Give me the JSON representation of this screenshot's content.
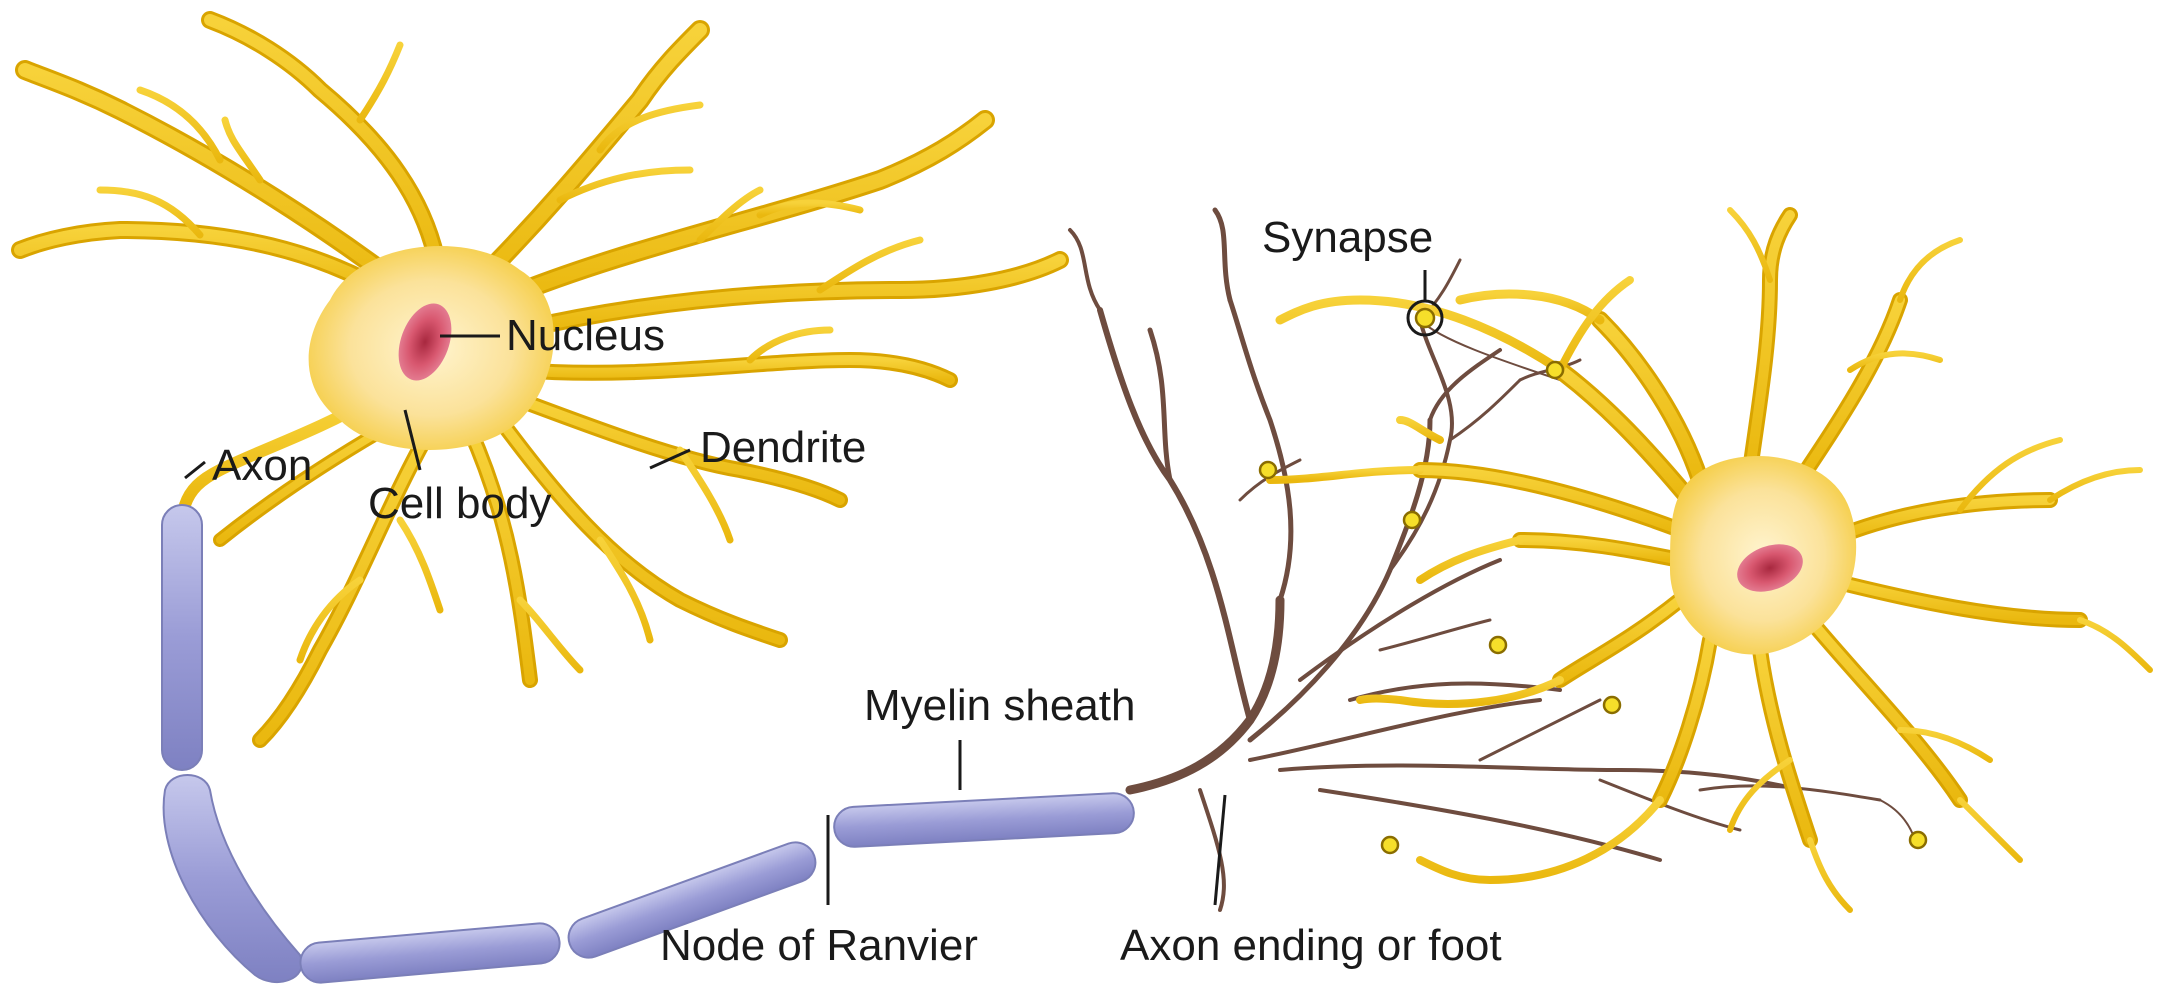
{
  "labels": {
    "nucleus": "Nucleus",
    "axon": "Axon",
    "cell_body": "Cell body",
    "dendrite": "Dendrite",
    "synapse": "Synapse",
    "myelin_sheath": "Myelin sheath",
    "node_of_ranvier": "Node of Ranvier",
    "axon_ending": "Axon ending or foot"
  },
  "colors": {
    "dendrite": "#f3c21c",
    "cell_body": "#fbe7a6",
    "nucleus": "#d64a6e",
    "myelin": "#9a9cd6",
    "axon_terminal": "#6e4c3f",
    "label_text": "#1a1a1a"
  }
}
